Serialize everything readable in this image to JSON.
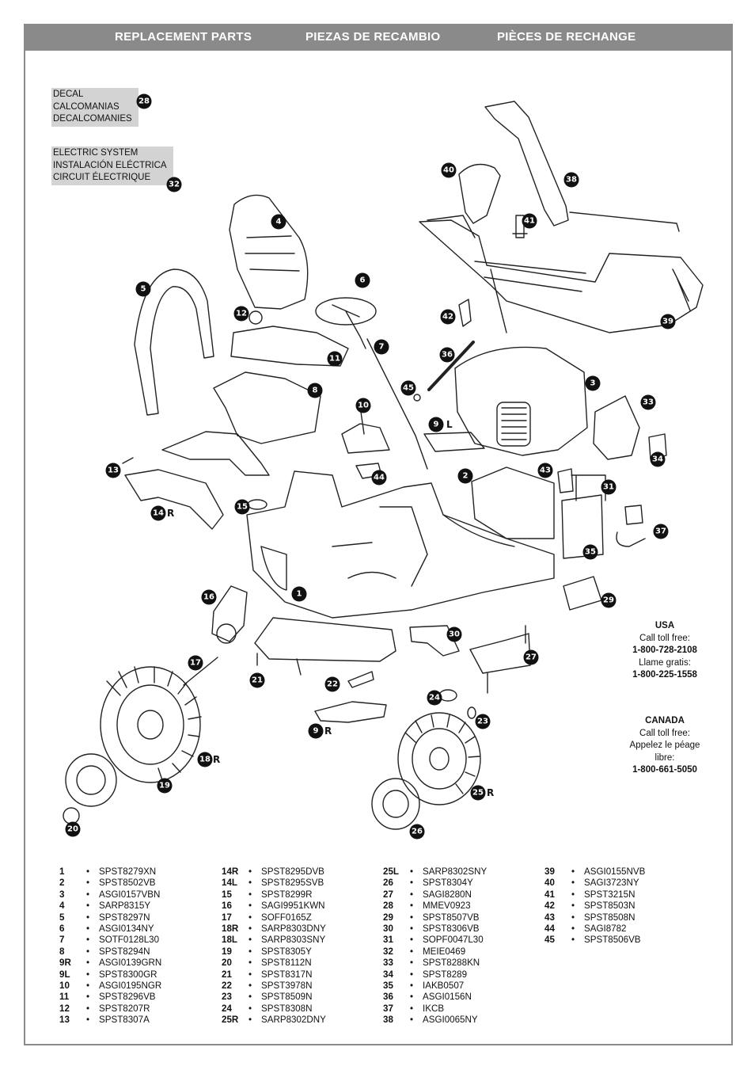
{
  "header": {
    "en": "REPLACEMENT PARTS",
    "es": "PIEZAS DE RECAMBIO",
    "fr": "PIÈCES DE RECHANGE"
  },
  "decal_box": {
    "lines": [
      "DECAL",
      "CALCOMANIAS",
      "DECALCOMANIES"
    ],
    "number": "28"
  },
  "electric_box": {
    "lines": [
      "ELECTRIC SYSTEM",
      "INSTALACIÓN ELÉCTRICA",
      "CIRCUIT ÉLECTRIQUE"
    ],
    "number": "32"
  },
  "callouts": [
    "1",
    "2",
    "3",
    "4",
    "5",
    "6",
    "7",
    "8",
    "9",
    "10",
    "11",
    "12",
    "13",
    "14",
    "15",
    "16",
    "17",
    "18",
    "19",
    "20",
    "21",
    "22",
    "23",
    "24",
    "25",
    "26",
    "27",
    "29",
    "30",
    "31",
    "33",
    "34",
    "35",
    "36",
    "37",
    "38",
    "39",
    "40",
    "41",
    "42",
    "43",
    "44",
    "45"
  ],
  "side_labels": {
    "l": "L",
    "r": "R"
  },
  "contact": {
    "usa": {
      "title": "USA",
      "line1": "Call toll free:",
      "phone1": "1-800-728-2108",
      "line2": "Llame gratis:",
      "phone2": "1-800-225-1558"
    },
    "canada": {
      "title": "CANADA",
      "line1": "Call toll free:",
      "line2": "Appelez le péage",
      "line3": "libre:",
      "phone": "1-800-661-5050"
    }
  },
  "parts_columns": [
    [
      {
        "n": "1",
        "code": "SPST8279XN"
      },
      {
        "n": "2",
        "code": "SPST8502VB"
      },
      {
        "n": "3",
        "code": "ASGI0157VBN"
      },
      {
        "n": "4",
        "code": "SARP8315Y"
      },
      {
        "n": "5",
        "code": "SPST8297N"
      },
      {
        "n": "6",
        "code": "ASGI0134NY"
      },
      {
        "n": "7",
        "code": "SOTF0128L30"
      },
      {
        "n": "8",
        "code": "SPST8294N"
      },
      {
        "n": "9R",
        "code": "ASGI0139GRN"
      },
      {
        "n": "9L",
        "code": "SPST8300GR"
      },
      {
        "n": "10",
        "code": "ASGI0195NGR"
      },
      {
        "n": "11",
        "code": "SPST8296VB"
      },
      {
        "n": "12",
        "code": "SPST8207R"
      },
      {
        "n": "13",
        "code": "SPST8307A"
      }
    ],
    [
      {
        "n": "14R",
        "code": "SPST8295DVB"
      },
      {
        "n": "14L",
        "code": "SPST8295SVB"
      },
      {
        "n": "15",
        "code": "SPST8299R"
      },
      {
        "n": "16",
        "code": "SAGI9951KWN"
      },
      {
        "n": "17",
        "code": "SOFF0165Z"
      },
      {
        "n": "18R",
        "code": "SARP8303DNY"
      },
      {
        "n": "18L",
        "code": "SARP8303SNY"
      },
      {
        "n": "19",
        "code": "SPST8305Y"
      },
      {
        "n": "20",
        "code": "SPST8112N"
      },
      {
        "n": "21",
        "code": "SPST8317N"
      },
      {
        "n": "22",
        "code": "SPST3978N"
      },
      {
        "n": "23",
        "code": "SPST8509N"
      },
      {
        "n": "24",
        "code": "SPST8308N"
      },
      {
        "n": "25R",
        "code": "SARP8302DNY"
      }
    ],
    [
      {
        "n": "25L",
        "code": "SARP8302SNY"
      },
      {
        "n": "26",
        "code": "SPST8304Y"
      },
      {
        "n": "27",
        "code": "SAGI8280N"
      },
      {
        "n": "28",
        "code": "MMEV0923"
      },
      {
        "n": "29",
        "code": "SPST8507VB"
      },
      {
        "n": "30",
        "code": "SPST8306VB"
      },
      {
        "n": "31",
        "code": "SOPF0047L30"
      },
      {
        "n": "32",
        "code": "MEIE0469"
      },
      {
        "n": "33",
        "code": "SPST8288KN"
      },
      {
        "n": "34",
        "code": "SPST8289"
      },
      {
        "n": "35",
        "code": "IAKB0507"
      },
      {
        "n": "36",
        "code": "ASGI0156N"
      },
      {
        "n": "37",
        "code": "IKCB"
      },
      {
        "n": "38",
        "code": "ASGI0065NY"
      }
    ],
    [
      {
        "n": "39",
        "code": "ASGI0155NVB"
      },
      {
        "n": "40",
        "code": "SAGI3723NY"
      },
      {
        "n": "41",
        "code": "SPST3215N"
      },
      {
        "n": "42",
        "code": "SPST8503N"
      },
      {
        "n": "43",
        "code": "SPST8508N"
      },
      {
        "n": "44",
        "code": "SAGI8782"
      },
      {
        "n": "45",
        "code": "SPST8506VB"
      }
    ]
  ],
  "bullet": "•"
}
